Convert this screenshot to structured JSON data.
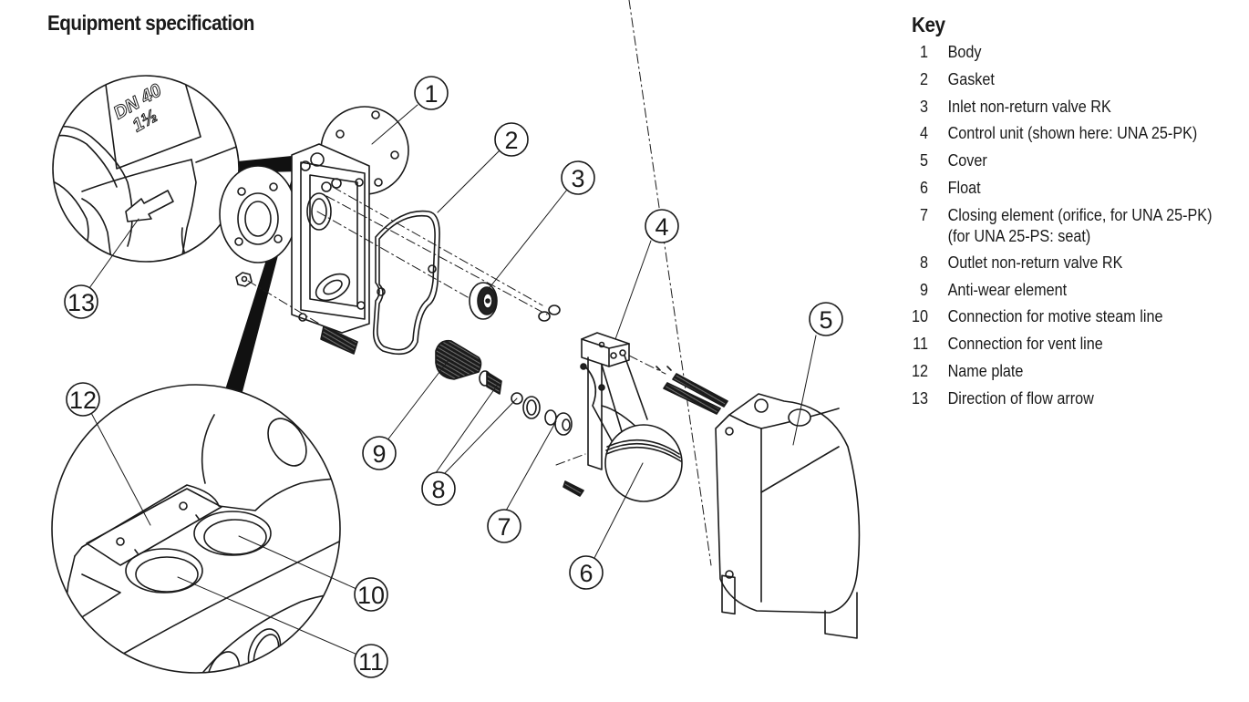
{
  "page": {
    "title": "Equipment specification"
  },
  "key": {
    "title": "Key",
    "items": [
      {
        "num": "1",
        "label": "Body"
      },
      {
        "num": "2",
        "label": "Gasket"
      },
      {
        "num": "3",
        "label": "Inlet non-return valve RK"
      },
      {
        "num": "4",
        "label": "Control unit (shown here: UNA 25-PK)"
      },
      {
        "num": "5",
        "label": "Cover"
      },
      {
        "num": "6",
        "label": "Float"
      },
      {
        "num": "7",
        "label": "Closing element (orifice, for UNA 25-PK)",
        "label_line2": "(for UNA 25-PS: seat)"
      },
      {
        "num": "8",
        "label": "Outlet non-return valve RK"
      },
      {
        "num": "9",
        "label": "Anti-wear element"
      },
      {
        "num": "10",
        "label": "Connection for motive steam line"
      },
      {
        "num": "11",
        "label": "Connection for vent line"
      },
      {
        "num": "12",
        "label": "Name plate"
      },
      {
        "num": "13",
        "label": "Direction of flow arrow"
      }
    ]
  },
  "diagram": {
    "detail_top_label_line1": "DN 40",
    "detail_top_label_line2": "1½",
    "callouts": [
      "1",
      "2",
      "3",
      "4",
      "5",
      "6",
      "7",
      "8",
      "9",
      "10",
      "11",
      "12",
      "13"
    ]
  }
}
